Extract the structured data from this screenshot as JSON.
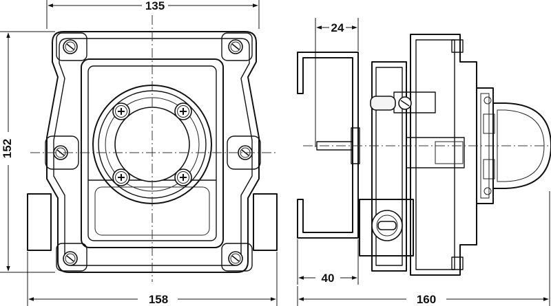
{
  "dimensions": {
    "front_width": "135",
    "front_height": "152",
    "front_base_width": "158",
    "side_bracket_depth": "24",
    "side_base_offset": "40",
    "side_total_depth": "160"
  }
}
